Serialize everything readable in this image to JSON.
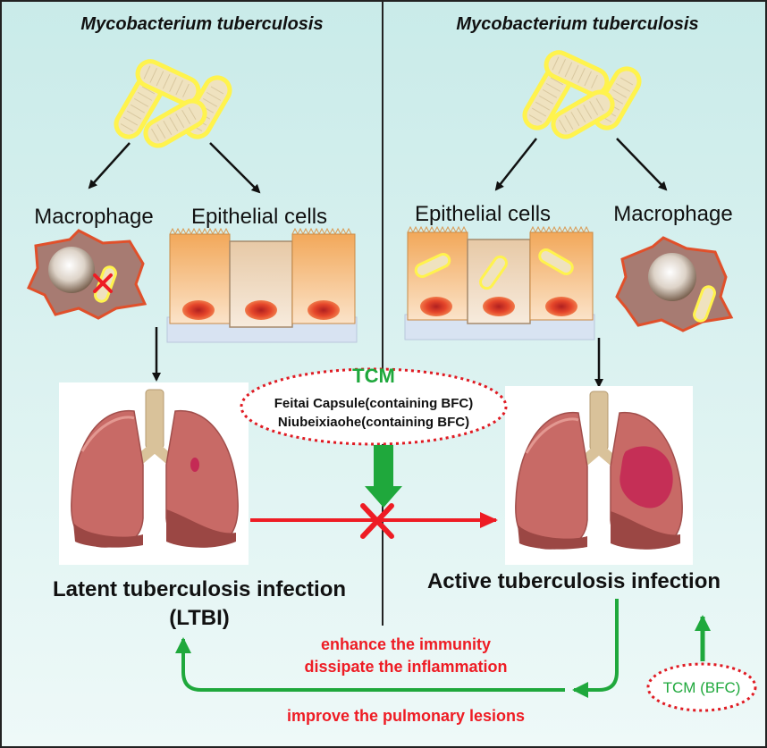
{
  "left_panel": {
    "bacteria_label": "Mycobacterium tuberculosis",
    "macrophage_label": "Macrophage",
    "epithelial_label": "Epithelial cells",
    "outcome_line1": "Latent tuberculosis infection",
    "outcome_line2": "(LTBI)"
  },
  "right_panel": {
    "bacteria_label": "Mycobacterium tuberculosis",
    "epithelial_label": "Epithelial cells",
    "macrophage_label": "Macrophage",
    "outcome": "Active tuberculosis infection"
  },
  "tcm_box": {
    "title": "TCM",
    "line1": "Feitai Capsule(containing BFC)",
    "line2": "Niubeixiaohe(containing BFC)"
  },
  "effects": {
    "line1": "enhance the immunity",
    "line2": "dissipate the inflammation",
    "line3": "improve the pulmonary lesions"
  },
  "tcm_bfc": "TCM (BFC)",
  "colors": {
    "bg_gradient_start": "#c9ebe9",
    "bg_gradient_end": "#eef9f8",
    "tcm_green": "#1fa83c",
    "inhibit_red": "#ee1c24",
    "ellipse_border": "#e01b23",
    "bacteria_fill": "#efe2bf",
    "bacteria_glow": "#fff34d",
    "lung_fill": "#c86a66",
    "trachea_fill": "#d9c29a"
  }
}
